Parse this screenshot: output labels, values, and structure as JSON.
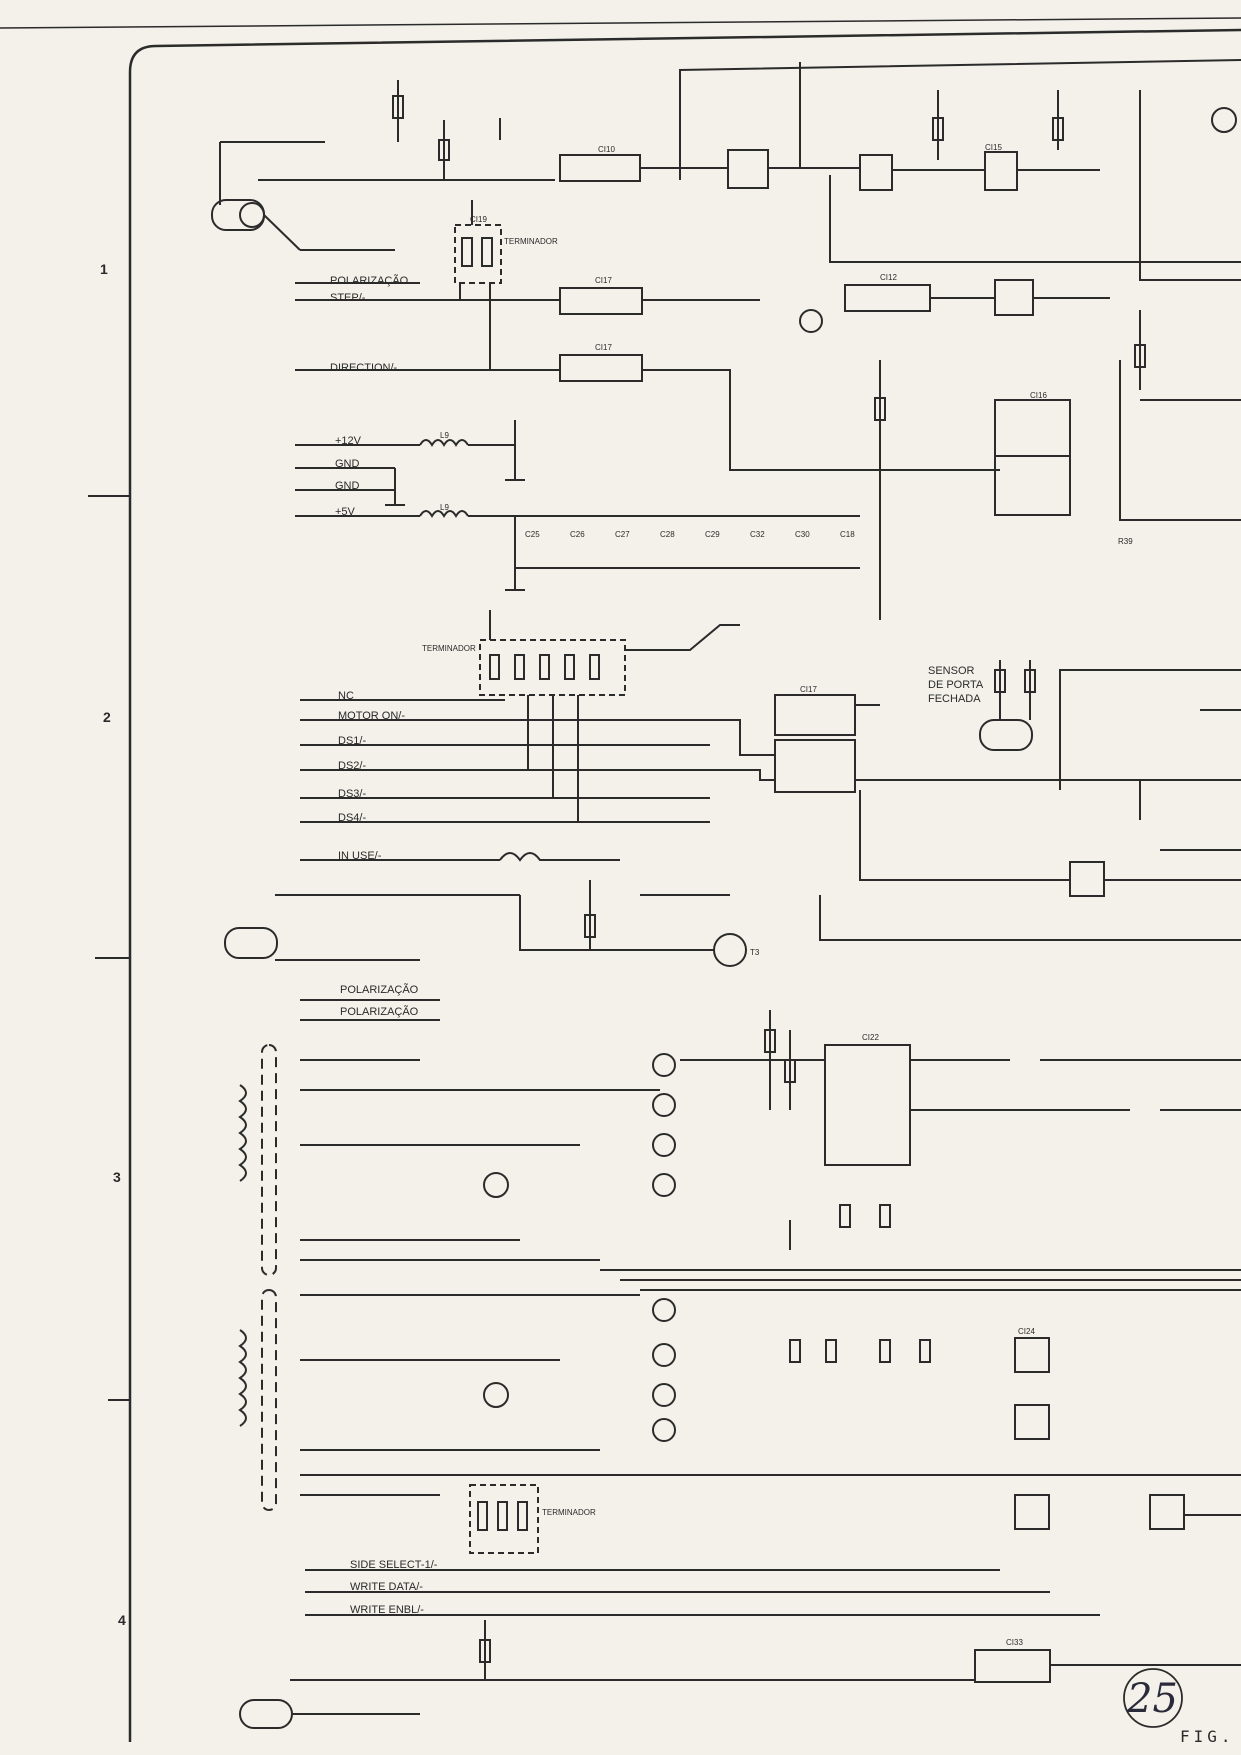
{
  "diagram": {
    "row_markers": [
      "1",
      "2",
      "3",
      "4"
    ],
    "page_number": "25",
    "fig_label": "FIG.",
    "signals": [
      "POLARIZAÇÃO",
      "STEP/-",
      "DIRECTION/-",
      "+12V",
      "GND",
      "GND",
      "+5V",
      "NC",
      "MOTOR ON/-",
      "DS1/-",
      "DS2/-",
      "DS3/-",
      "DS4/-",
      "IN USE/-",
      "POLARIZAÇÃO",
      "POLARIZAÇÃO",
      "SIDE SELECT-1/-",
      "WRITE DATA/-",
      "WRITE ENBL/-"
    ],
    "sensor_labels": [
      "SENSOR",
      "DE PORTA",
      "FECHADA"
    ],
    "terminator_label": "TERMINADOR",
    "components": {
      "ci10": "CI10",
      "ci12": "CI12",
      "ci15": "CI15",
      "ci16": "CI16",
      "ci17": "CI17",
      "ci19": "CI19",
      "ci22": "CI22",
      "ci24": "CI24",
      "ci33": "CI33",
      "tr1": "T3",
      "r39": "R39",
      "inductor_1": "L9",
      "inductor_2": "L9",
      "caps": [
        "C25",
        "C26",
        "C27",
        "C28",
        "C29",
        "C32",
        "C30",
        "C18"
      ]
    }
  }
}
